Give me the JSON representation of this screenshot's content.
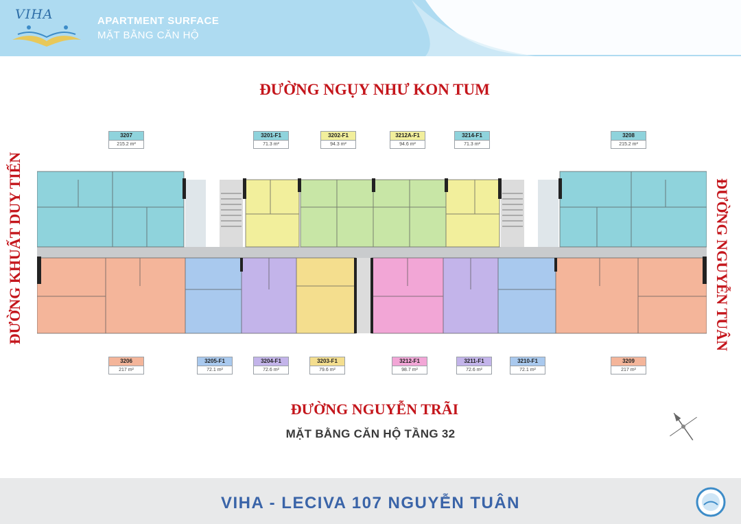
{
  "header": {
    "logo_text": "VIHA",
    "title": "APARTMENT SURFACE",
    "subtitle": "MẶT BẰNG CĂN HỘ"
  },
  "streets": {
    "top": "ĐƯỜNG NGỤY NHƯ KON TUM",
    "bottom": "ĐƯỜNG NGUYỄN TRÃI",
    "left": "ĐƯỜNG KHUẤT DUY TIẾN",
    "right": "ĐƯỜNG NGUYỄN TUÂN"
  },
  "floor_title": "MẶT BẰNG CĂN HỘ TẦNG 32",
  "units_top": [
    {
      "code": "3207",
      "area": "215.2 m²",
      "color": "#8fd3dc"
    },
    {
      "code": "3201-F1",
      "area": "71.3 m²",
      "color": "#f2ef9c"
    },
    {
      "code": "3202-F1",
      "area": "94.3 m²",
      "color": "#c8e6a6"
    },
    {
      "code": "3212A-F1",
      "area": "94.6 m²",
      "color": "#c8e6a6"
    },
    {
      "code": "3214-F1",
      "area": "71.3 m²",
      "color": "#f2ef9c"
    },
    {
      "code": "3208",
      "area": "215.2 m²",
      "color": "#8fd3dc"
    }
  ],
  "units_bottom": [
    {
      "code": "3206",
      "area": "217 m²",
      "color": "#f4b59a"
    },
    {
      "code": "3205-F1",
      "area": "72.1 m²",
      "color": "#a9c9ee"
    },
    {
      "code": "3204-F1",
      "area": "72.6 m²",
      "color": "#c3b4ea"
    },
    {
      "code": "3203-F1",
      "area": "79.6 m²",
      "color": "#f4de8e"
    },
    {
      "code": "3212-F1",
      "area": "98.7 m²",
      "color": "#f2a6d6"
    },
    {
      "code": "3211-F1",
      "area": "72.6 m²",
      "color": "#c3b4ea"
    },
    {
      "code": "3210-F1",
      "area": "72.1 m²",
      "color": "#a9c9ee"
    },
    {
      "code": "3209",
      "area": "217 m²",
      "color": "#f4b59a"
    }
  ],
  "compass_icon": "compass-rose-icon",
  "footer": {
    "text": "VIHA - LECIVA 107 NGUYỄN TUÂN"
  },
  "colors": {
    "header": "#aedbf1",
    "street_text": "#c4161c",
    "footer_text": "#3a64a8",
    "corridor": "#c9cbcd"
  }
}
